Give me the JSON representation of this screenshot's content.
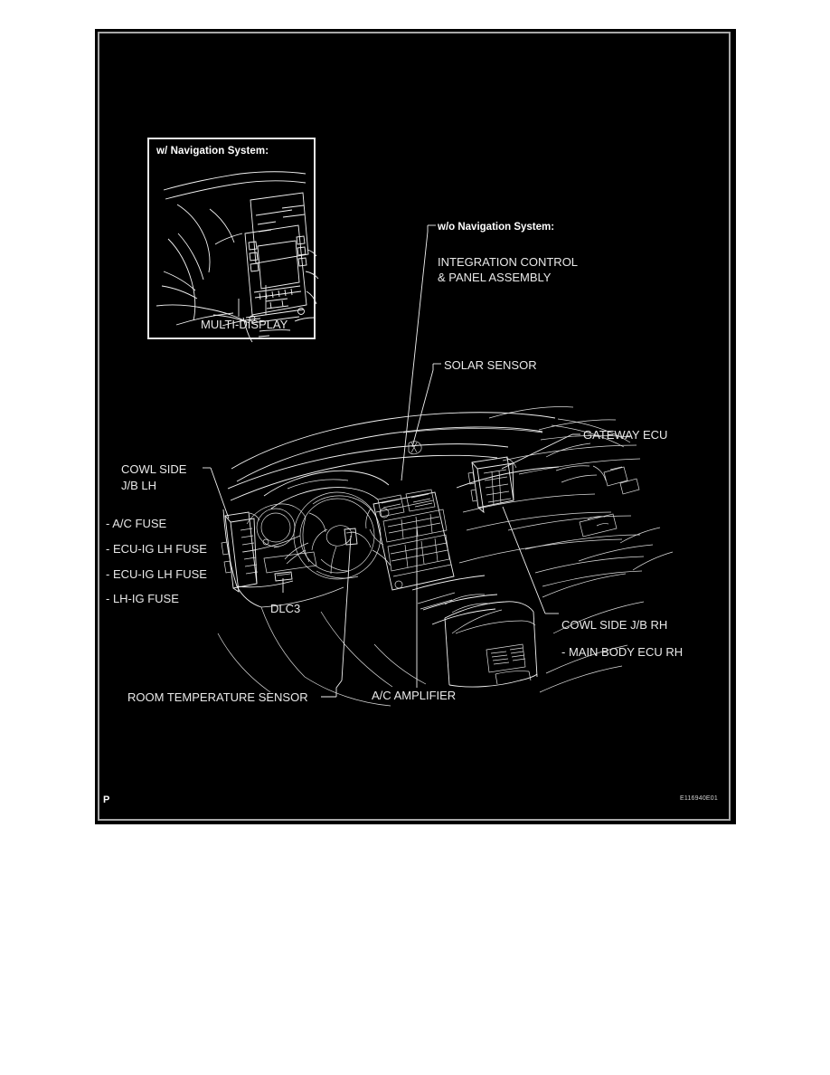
{
  "document": {
    "background_color": "#ffffff",
    "figure_background_color": "#000000",
    "line_color": "#f2f2f2",
    "frame_color": "#a8a8a8"
  },
  "figure": {
    "corner_marker": "P",
    "figure_code": "E116940E01"
  },
  "inset": {
    "title": "w/ Navigation System:",
    "caption": "MULTI-DISPLAY"
  },
  "callouts": {
    "wo_navigation": {
      "heading": "w/o Navigation System:",
      "line1": "INTEGRATION CONTROL",
      "line2": "& PANEL ASSEMBLY"
    },
    "solar_sensor": "SOLAR SENSOR",
    "gateway_ecu": "GATEWAY ECU",
    "cowl_side_jb_lh": {
      "line1": "COWL SIDE",
      "line2": "J/B LH"
    },
    "fuse_list": [
      "- A/C FUSE",
      "- ECU-IG LH FUSE",
      "- ECU-IG LH FUSE",
      "- LH-IG FUSE"
    ],
    "dlc3": "DLC3",
    "cowl_side_jb_rh": {
      "line1": "COWL SIDE J/B RH",
      "line2": "- MAIN BODY ECU RH"
    },
    "room_temperature_sensor": "ROOM TEMPERATURE SENSOR",
    "ac_amplifier": "A/C AMPLIFIER"
  }
}
